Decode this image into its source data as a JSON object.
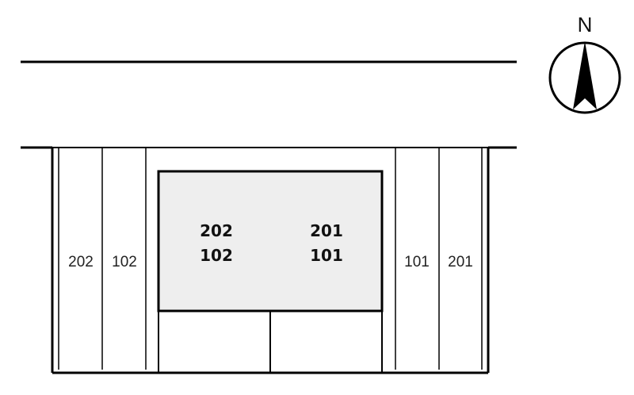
{
  "compass": {
    "label": "N"
  },
  "parking": {
    "left_slots": [
      "202",
      "102"
    ],
    "right_slots": [
      "101",
      "201"
    ]
  },
  "building": {
    "units": [
      {
        "upper": "202",
        "lower": "102"
      },
      {
        "upper": "201",
        "lower": "101"
      }
    ]
  },
  "colors": {
    "building_fill": "#eeeeee",
    "line": "#000000",
    "background": "#ffffff"
  }
}
